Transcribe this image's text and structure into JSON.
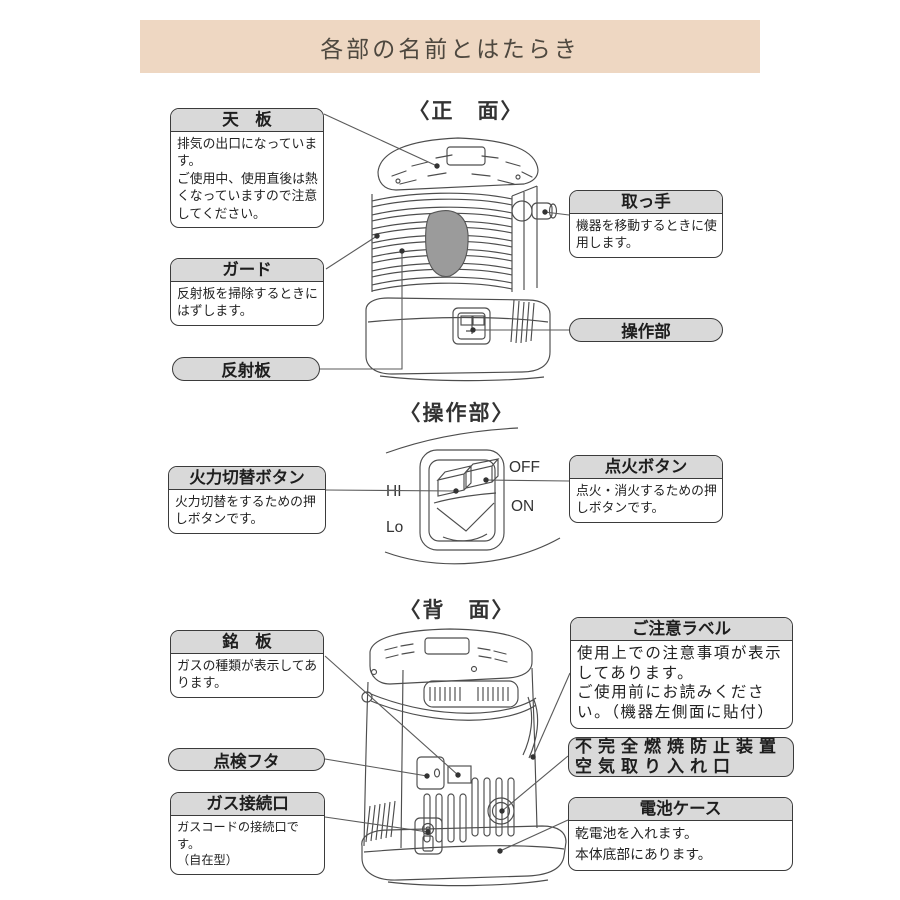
{
  "header": {
    "title": "各部の名前とはたらき"
  },
  "front": {
    "heading": "〈正　面〉",
    "tenban": {
      "title": "天　板",
      "body": "排気の出口になっています。\nご使用中、使用直後は熱くなっていますので注意してください。"
    },
    "guard": {
      "title": "ガード",
      "body": "反射板を掃除するときにはずします。"
    },
    "hanshaban": {
      "title": "反射板"
    },
    "totte": {
      "title": "取っ手",
      "body": "機器を移動するときに使用します。"
    },
    "sousabu": {
      "title": "操作部"
    }
  },
  "controls": {
    "heading": "〈操作部〉",
    "karyoku": {
      "title": "火力切替ボタン",
      "body": "火力切替をするための押しボタンです。"
    },
    "tenka": {
      "title": "点火ボタン",
      "body": "点火・消火するための押しボタンです。"
    },
    "markings": {
      "off": "OFF",
      "on": "ON",
      "hi": "HI",
      "lo": "Lo"
    }
  },
  "back": {
    "heading": "〈背　面〉",
    "meiban": {
      "title": "銘　板",
      "body": "ガスの種類が表示してあります。"
    },
    "tenken": {
      "title": "点検フタ"
    },
    "gas": {
      "title": "ガス接続口",
      "body": "ガスコードの接続口です。\n（自在型）"
    },
    "chui": {
      "title": "ご注意ラベル",
      "body": "使用上での注意事項が表示してあります。\nご使用前にお読みください。（機器左側面に貼付）"
    },
    "fukanzen": {
      "title": "不完全燃焼防止装置\n空気取り入れ口"
    },
    "denchi": {
      "title": "電池ケース",
      "body": "乾電池を入れます。\n本体底部にあります。"
    }
  },
  "colors": {
    "accent_bar": "#eed7c2",
    "label_fill": "#d9d9d9",
    "line": "#4d4d4d"
  }
}
